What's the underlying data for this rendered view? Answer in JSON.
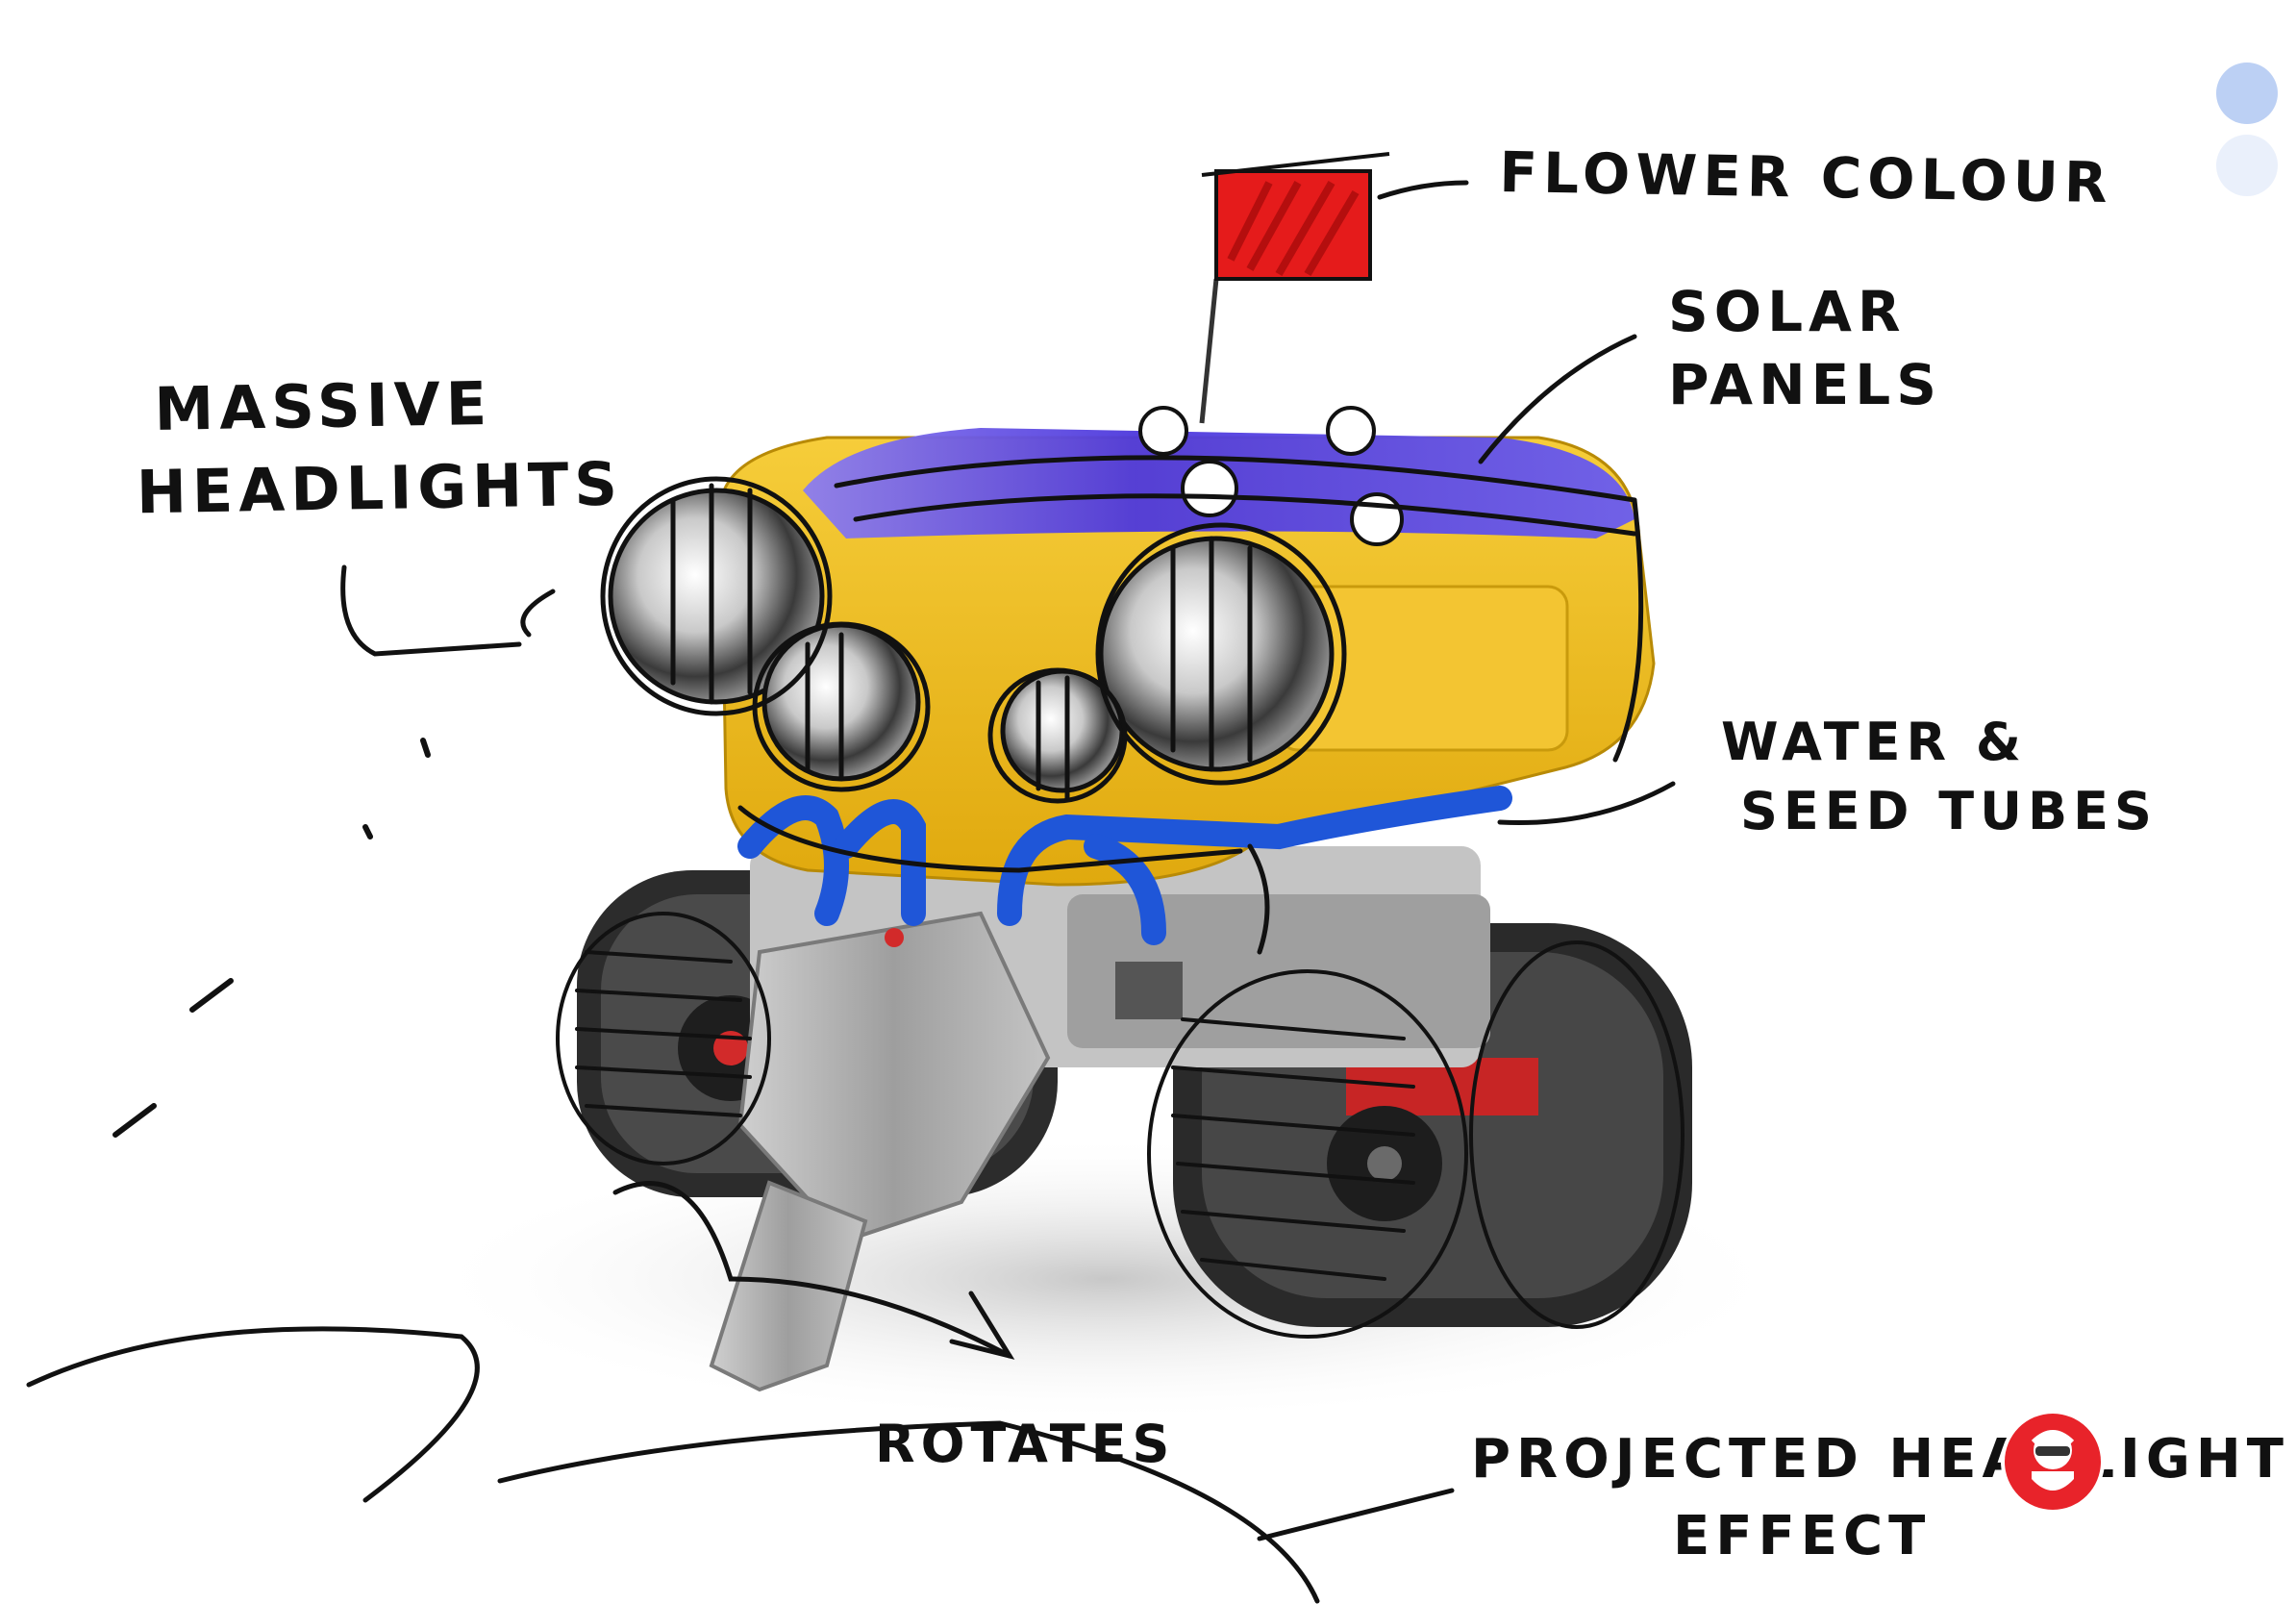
{
  "annotations": {
    "flower_colour": "FLOWER COLOUR",
    "solar_panels": [
      "SOLAR",
      "PANELS"
    ],
    "massive_headlights": [
      "MASSIVE",
      "HEADLIGHTS"
    ],
    "water_seed_tubes": [
      "WATER &",
      "SEED TUBES"
    ],
    "rotates": "ROTATES",
    "projected_headlight_effect": [
      "PROJECTED HEADLIGHT",
      "EFFECT"
    ]
  },
  "colors": {
    "ink": "#111111",
    "flag_red": "#e51b1b",
    "body_yellow": "#f2be1a",
    "panel_blue": "#5540e0",
    "tube_blue": "#1f56d8",
    "frame_grey": "#bdbdbd",
    "track_dark": "#2a2a2a",
    "drill_grey": "#a9a9a9",
    "avatar_red": "#e8232a"
  },
  "icons": {
    "avatar": "avatar-badge-icon",
    "toolbar_top": "color-dot-icon",
    "toolbar_bottom": "color-dot-icon"
  }
}
